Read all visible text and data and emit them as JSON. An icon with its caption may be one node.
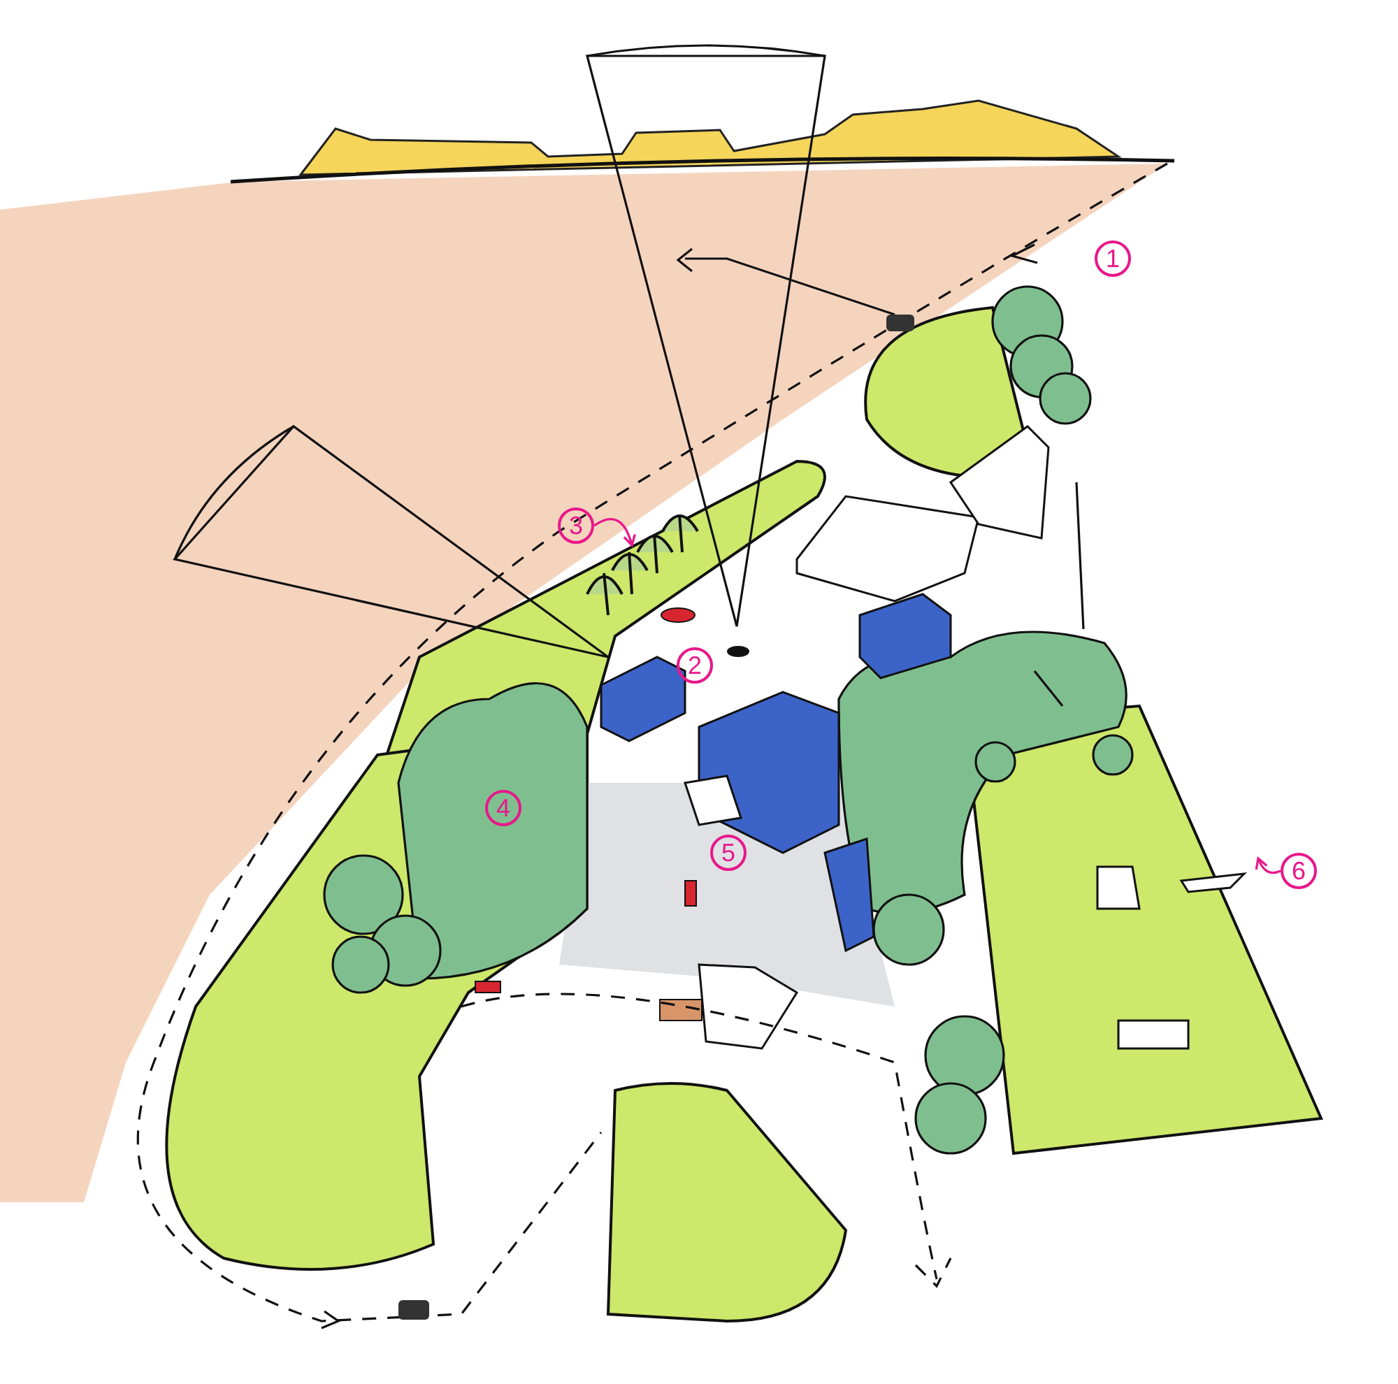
{
  "diagram": {
    "nodes": [
      {
        "text": [
          "1"
        ]
      },
      {
        "text": [
          "3"
        ]
      },
      {
        "text": [
          "2"
        ]
      },
      {
        "text": [
          "4"
        ]
      },
      {
        "text": [
          "5"
        ]
      },
      {
        "text": [
          "6"
        ]
      }
    ],
    "edges": [
      {
        "from": 1,
        "to": null,
        "arrow": "to"
      },
      {
        "from": 5,
        "to": null,
        "arrow": "to"
      }
    ]
  }
}
